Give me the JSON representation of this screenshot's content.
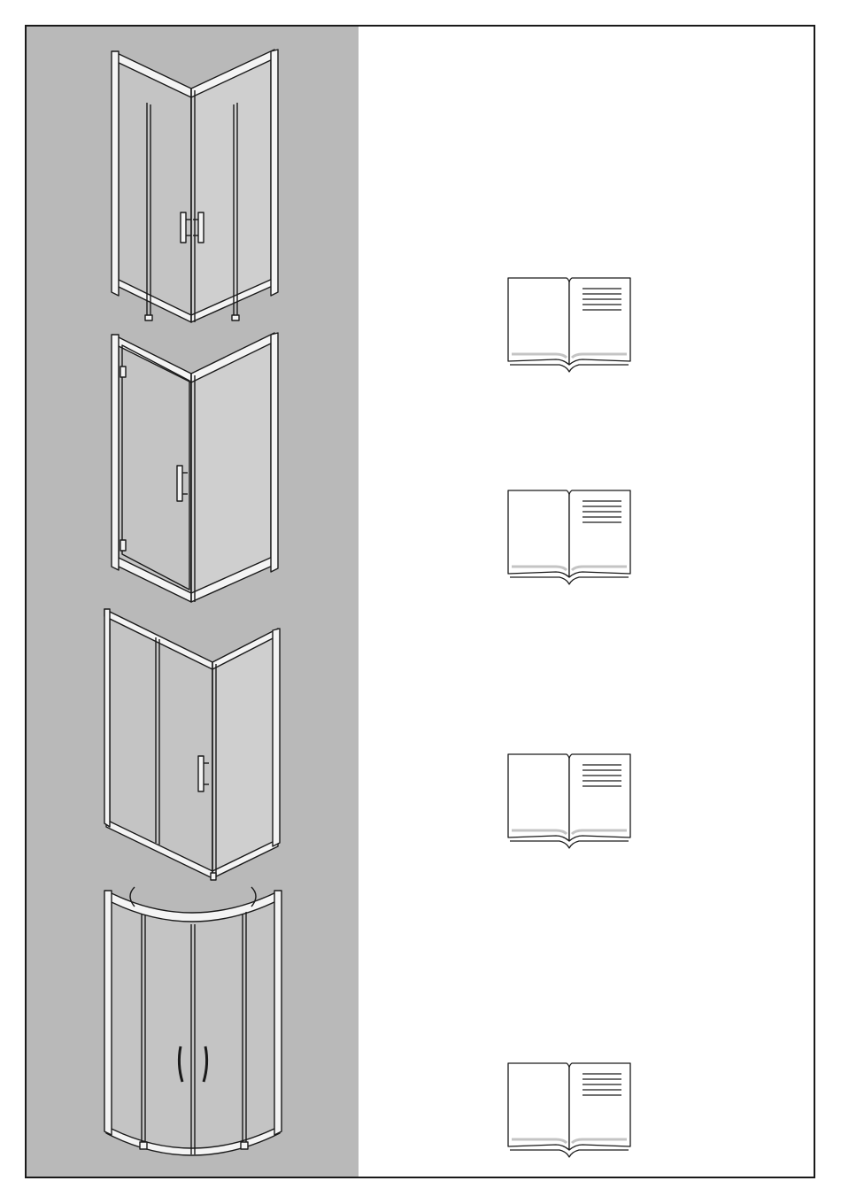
{
  "page": {
    "background_color": "#ffffff",
    "panel_color": "#b9b9b9",
    "border_color": "#1a1a1a",
    "glass_color": "#c4c4c4",
    "glass_light_color": "#cfcfcf",
    "profile_color": "#f4f4f4",
    "line_color": "#1a1a1a"
  },
  "products": [
    {
      "name": "sliding-corner-enclosure",
      "icon": "shower-enclosure-sliding-corner-icon"
    },
    {
      "name": "pivot-door-enclosure",
      "icon": "shower-enclosure-pivot-door-icon"
    },
    {
      "name": "sliding-door-side-panel-enclosure",
      "icon": "shower-enclosure-sliding-side-panel-icon"
    },
    {
      "name": "quadrant-enclosure",
      "icon": "shower-enclosure-quadrant-icon"
    }
  ],
  "manuals": [
    {
      "icon": "open-book-icon"
    },
    {
      "icon": "open-book-icon"
    },
    {
      "icon": "open-book-icon"
    },
    {
      "icon": "open-book-icon"
    }
  ]
}
